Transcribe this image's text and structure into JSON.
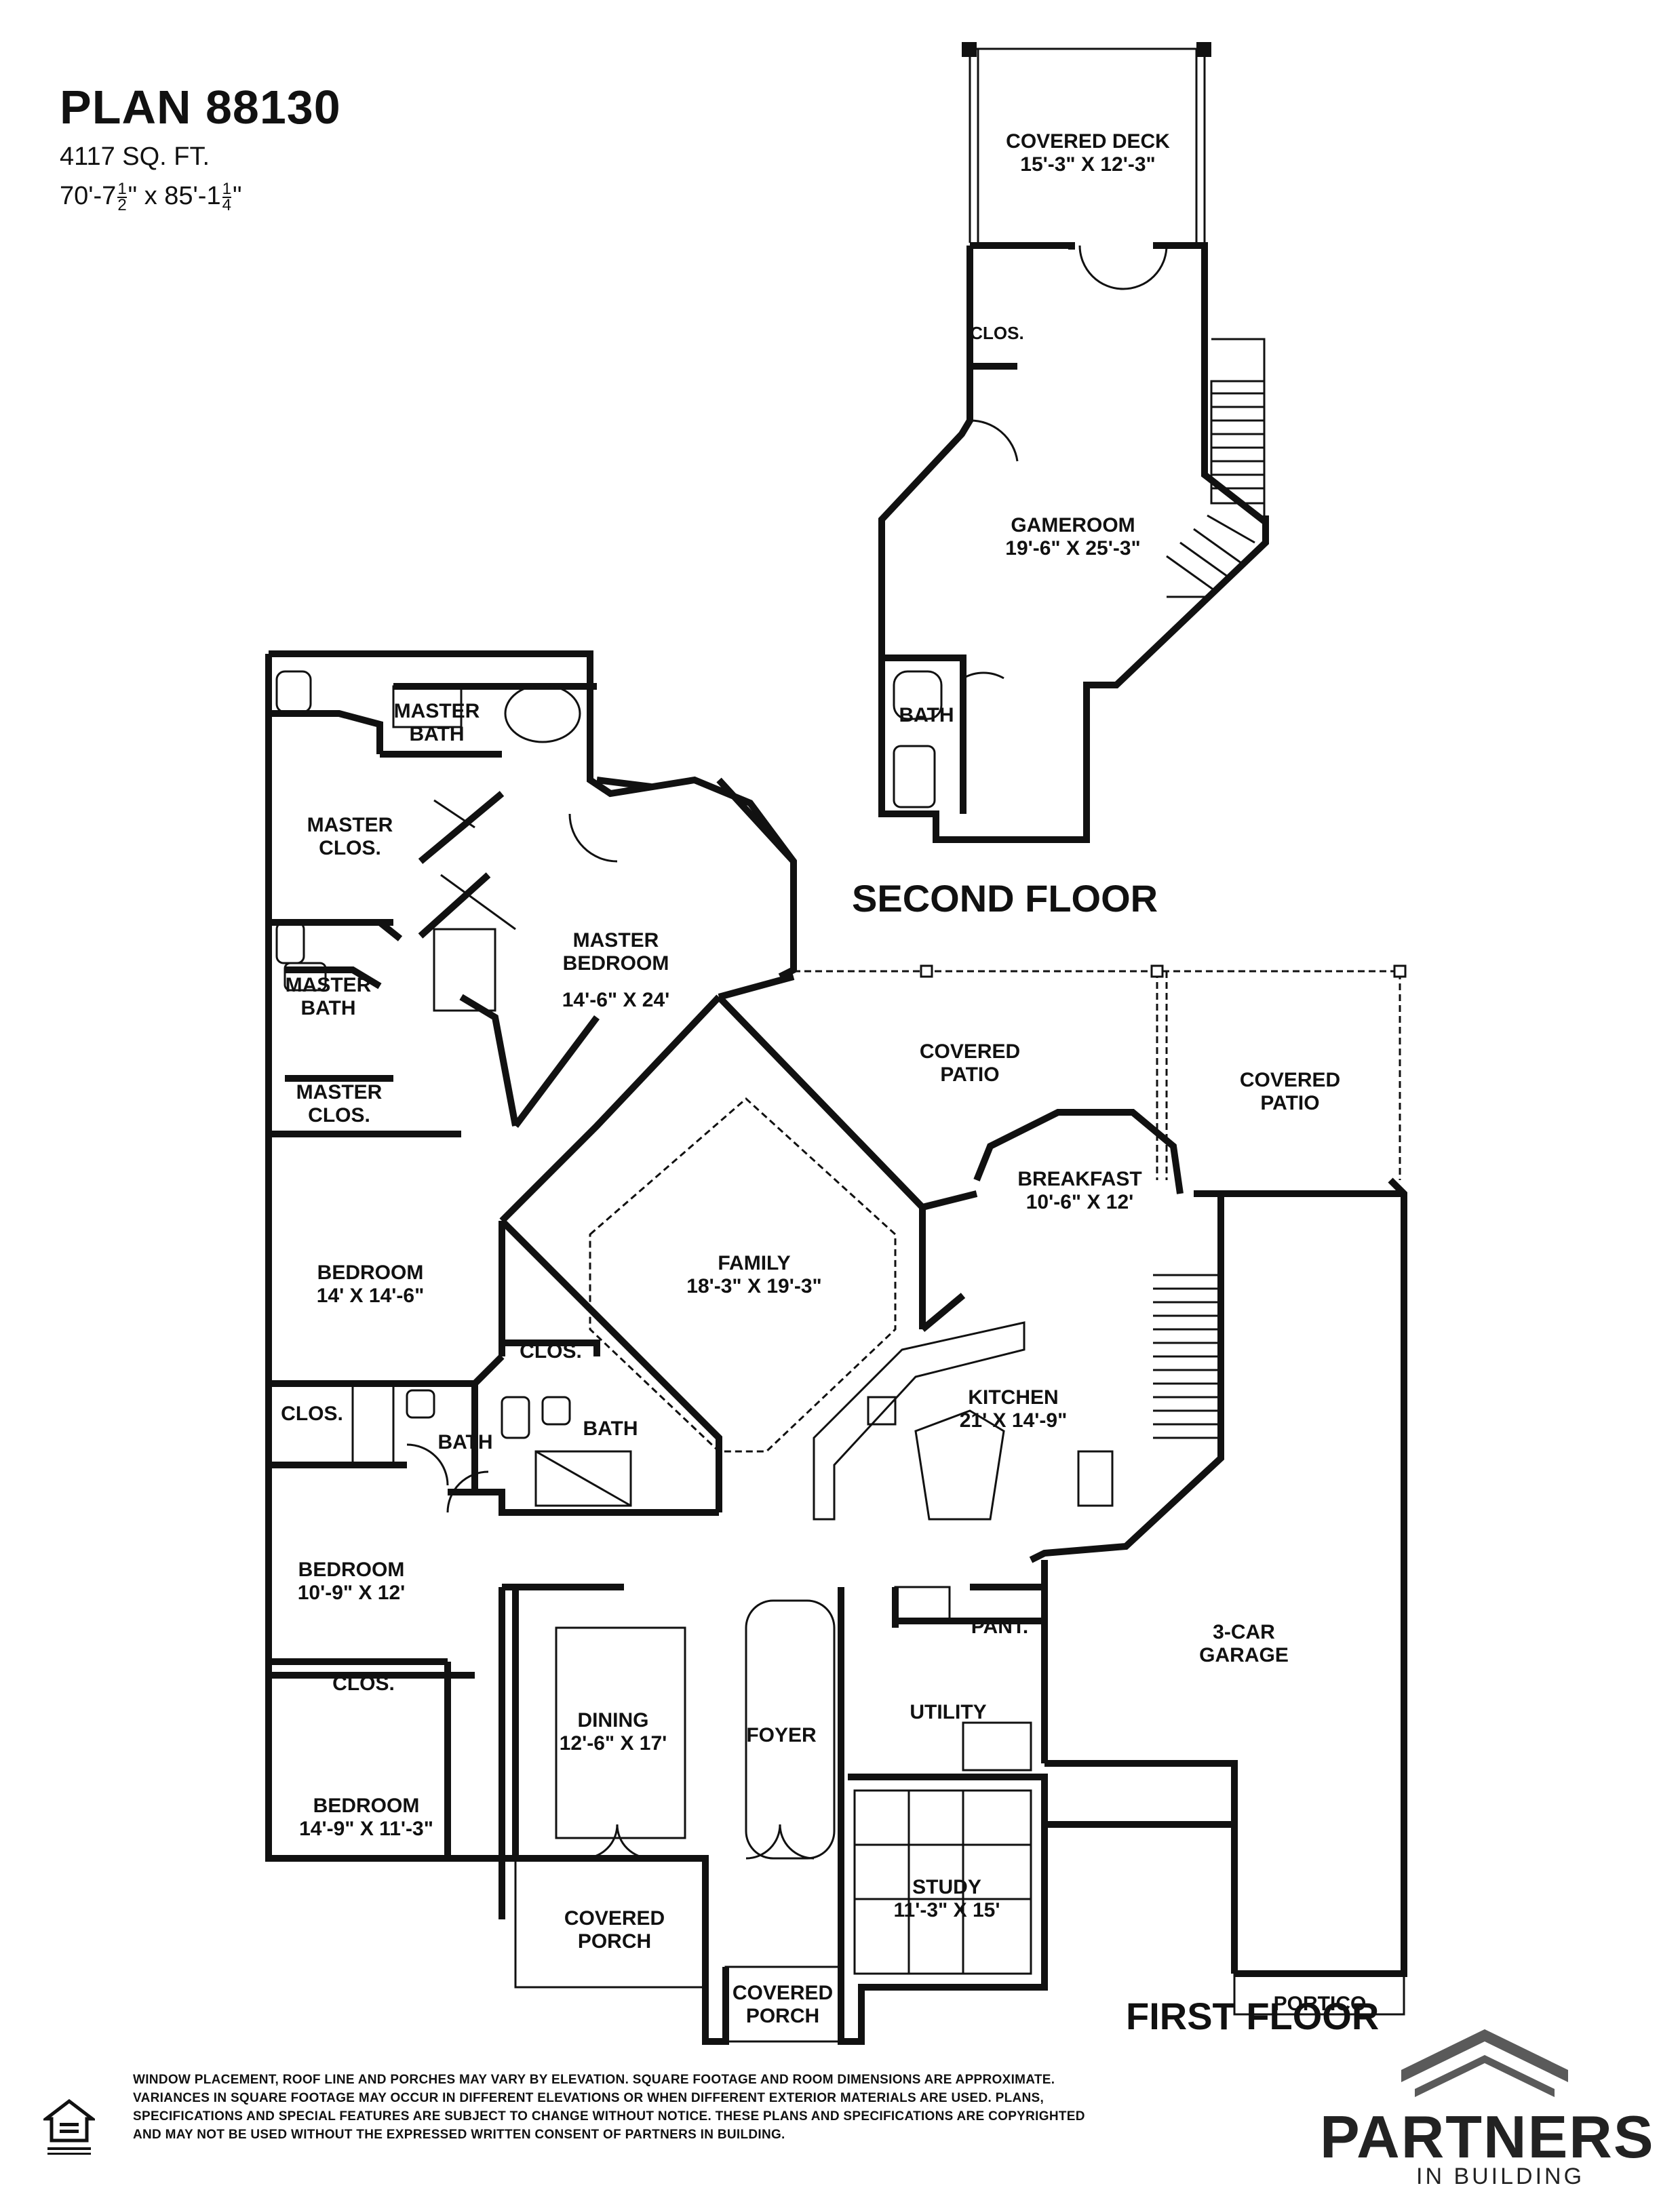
{
  "header": {
    "plan_title": "PLAN 88130",
    "sq_ft": "4117 SQ. FT.",
    "dim_a": "70'-7",
    "dim_a_num": "1",
    "dim_a_den": "2",
    "dim_a_unit": "\" x 85'-1",
    "dim_b_num": "1",
    "dim_b_den": "4",
    "dim_b_unit": "\""
  },
  "floors": {
    "second": "SECOND FLOOR",
    "first": "FIRST FLOOR"
  },
  "rooms": {
    "covered_deck": {
      "name": "COVERED DECK",
      "dim": "15'-3\" X 12'-3\""
    },
    "clos_2f": {
      "name": "CLOS."
    },
    "gameroom": {
      "name": "GAMEROOM",
      "dim": "19'-6\" X 25'-3\""
    },
    "bath_2f": {
      "name": "BATH"
    },
    "master_bath": {
      "name": "MASTER",
      "name2": "BATH"
    },
    "master_clos": {
      "name": "MASTER",
      "name2": "CLOS."
    },
    "master_bedroom": {
      "name": "MASTER",
      "name2": "BEDROOM",
      "dim": "14'-6\" X 24'"
    },
    "master_bath_2": {
      "name": "MASTER",
      "name2": "BATH"
    },
    "master_clos_2": {
      "name": "MASTER",
      "name2": "CLOS."
    },
    "covered_patio_1": {
      "name": "COVERED",
      "name2": "PATIO"
    },
    "covered_patio_2": {
      "name": "COVERED",
      "name2": "PATIO"
    },
    "breakfast": {
      "name": "BREAKFAST",
      "dim": "10'-6\" X 12'"
    },
    "family": {
      "name": "FAMILY",
      "dim": "18'-3\" X 19'-3\""
    },
    "bedroom_1": {
      "name": "BEDROOM",
      "dim": "14' X 14'-6\""
    },
    "clos_a": {
      "name": "CLOS."
    },
    "clos_b": {
      "name": "CLOS."
    },
    "bath_a": {
      "name": "BATH"
    },
    "bath_b": {
      "name": "BATH"
    },
    "kitchen": {
      "name": "KITCHEN",
      "dim": "21' X 14'-9\""
    },
    "bedroom_2": {
      "name": "BEDROOM",
      "dim": "10'-9\" X 12'"
    },
    "pant": {
      "name": "PANT."
    },
    "garage": {
      "name": "3-CAR",
      "name2": "GARAGE"
    },
    "clos_c": {
      "name": "CLOS."
    },
    "utility": {
      "name": "UTILITY"
    },
    "dining": {
      "name": "DINING",
      "dim": "12'-6\" X 17'"
    },
    "foyer": {
      "name": "FOYER"
    },
    "bedroom_3": {
      "name": "BEDROOM",
      "dim": "14'-9\" X 11'-3\""
    },
    "study": {
      "name": "STUDY",
      "dim": "11'-3\" X 15'"
    },
    "covered_porch_1": {
      "name": "COVERED",
      "name2": "PORCH"
    },
    "covered_porch_2": {
      "name": "COVERED",
      "name2": "PORCH"
    },
    "portico": {
      "name": "PORTICO"
    }
  },
  "disclaimer": {
    "line1": "WINDOW PLACEMENT, ROOF LINE AND PORCHES MAY VARY BY ELEVATION.  SQUARE FOOTAGE AND ROOM DIMENSIONS ARE APPROXIMATE.",
    "line2": "VARIANCES IN SQUARE FOOTAGE MAY OCCUR IN DIFFERENT ELEVATIONS OR  WHEN DIFFERENT EXTERIOR MATERIALS ARE USED.  PLANS,",
    "line3": "SPECIFICATIONS AND SPECIAL FEATURES ARE SUBJECT TO CHANGE WITHOUT NOTICE.  THESE PLANS AND SPECIFICATIONS ARE COPYRIGHTED",
    "line4": "AND MAY NOT BE USED  WITHOUT THE EXPRESSED WRITTEN CONSENT OF PARTNERS IN BUILDING."
  },
  "brand": {
    "word": "PARTNERS",
    "sub": "IN BUILDING",
    "logo_color": "#5a5a5a"
  }
}
